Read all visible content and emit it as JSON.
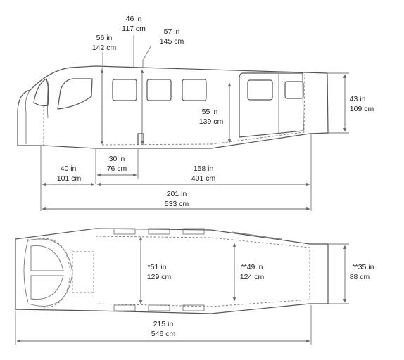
{
  "side_view": {
    "dims": {
      "d46": {
        "in": "46 in",
        "cm": "117 cm"
      },
      "d56": {
        "in": "56 in",
        "cm": "142 cm"
      },
      "d57": {
        "in": "57 in",
        "cm": "145 cm"
      },
      "d43": {
        "in": "43 in",
        "cm": "109 cm"
      },
      "d55": {
        "in": "55 in",
        "cm": "139 cm"
      },
      "d30": {
        "in": "30 in",
        "cm": "76 cm"
      },
      "d40": {
        "in": "40 in",
        "cm": "101 cm"
      },
      "d158": {
        "in": "158 in",
        "cm": "401 cm"
      },
      "d201": {
        "in": "201 in",
        "cm": "533 cm"
      }
    }
  },
  "top_view": {
    "dims": {
      "d51": {
        "in": "*51 in",
        "cm": "129 cm"
      },
      "d49": {
        "in": "**49 in",
        "cm": "124 cm"
      },
      "d35": {
        "in": "**35 in",
        "cm": "88 cm"
      },
      "d215": {
        "in": "215 in",
        "cm": "546 cm"
      }
    }
  }
}
